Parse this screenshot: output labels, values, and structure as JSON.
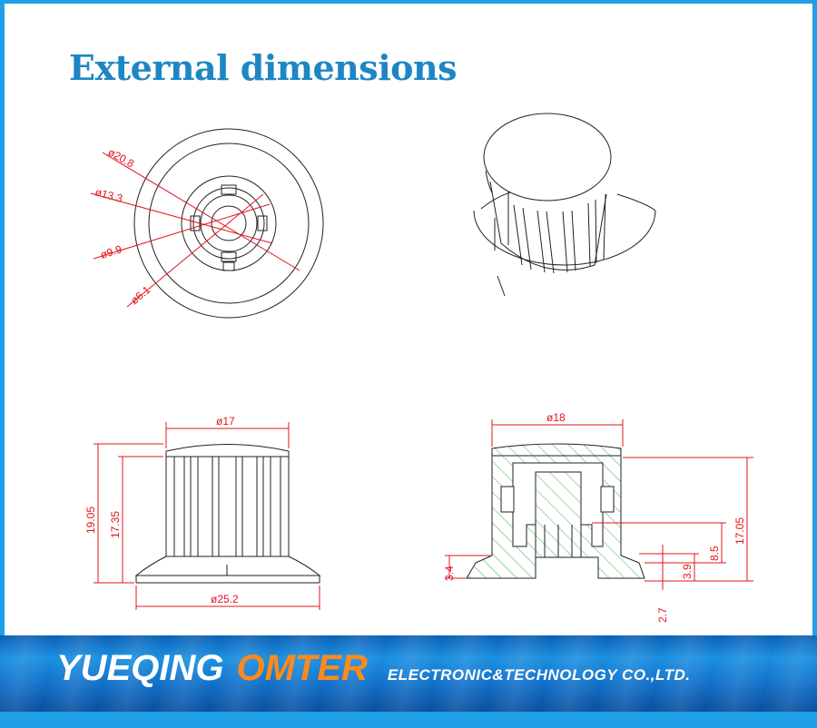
{
  "title": "External dimensions",
  "top_view": {
    "labels": [
      "ø20.8",
      "ø13.3",
      "ø9.9",
      "ø6.1"
    ]
  },
  "side_view": {
    "top_diameter": "ø17",
    "base_diameter": "ø25.2",
    "total_height": "19.05",
    "body_height": "17.35"
  },
  "section_view": {
    "top_diameter": "ø18",
    "height": "17.05",
    "depth": "8.5",
    "dim_3_9": "3.9",
    "dim_3_4": "3.4",
    "dim_2_7": "2.7"
  },
  "banner": {
    "company": "YUEQING",
    "brand": "OMTER",
    "tagline": "ELECTRONIC&TECHNOLOGY  CO.,LTD."
  },
  "colors": {
    "accent": "#1ea0e6",
    "title": "#1d86c4",
    "dimension": "#e0141e",
    "hatch": "#2db84a",
    "brand": "#ff8a1c"
  }
}
